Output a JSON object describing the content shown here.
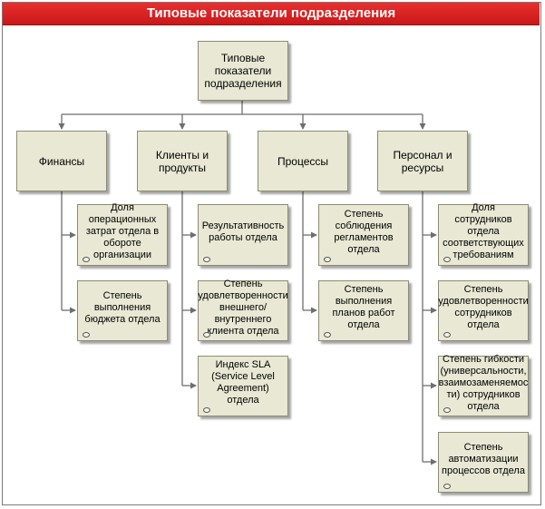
{
  "title": "Типовые показатели подразделения",
  "root": "Типовые показатели подразделения",
  "categories": [
    {
      "label": "Финансы",
      "items": [
        "Доля операционных затрат отдела в обороте организации",
        "Степень выполнения бюджета отдела"
      ]
    },
    {
      "label": "Клиенты и продукты",
      "items": [
        "Результативность работы отдела",
        "Степень удовлетворенности внешнего/ внутреннего клиента отдела",
        "Индекс SLA (Service Level Agreement) отдела"
      ]
    },
    {
      "label": "Процессы",
      "items": [
        "Степень соблюдения регламентов отдела",
        "Степень выполнения планов работ отдела"
      ]
    },
    {
      "label": "Персонал и ресурсы",
      "items": [
        "Доля сотрудников отдела соответствующих требованиям",
        "Степень удовлетворенности сотрудников отдела",
        "Степень гибкости (универсальности, взаимозаменяемос ти) сотрудников отдела",
        "Степень автоматизации процессов отдела"
      ]
    }
  ],
  "colors": {
    "title_bar": "#d42222",
    "box_fill": "#e8e8d4",
    "box_border": "#8c8c70",
    "connector": "#6e6e6e"
  }
}
